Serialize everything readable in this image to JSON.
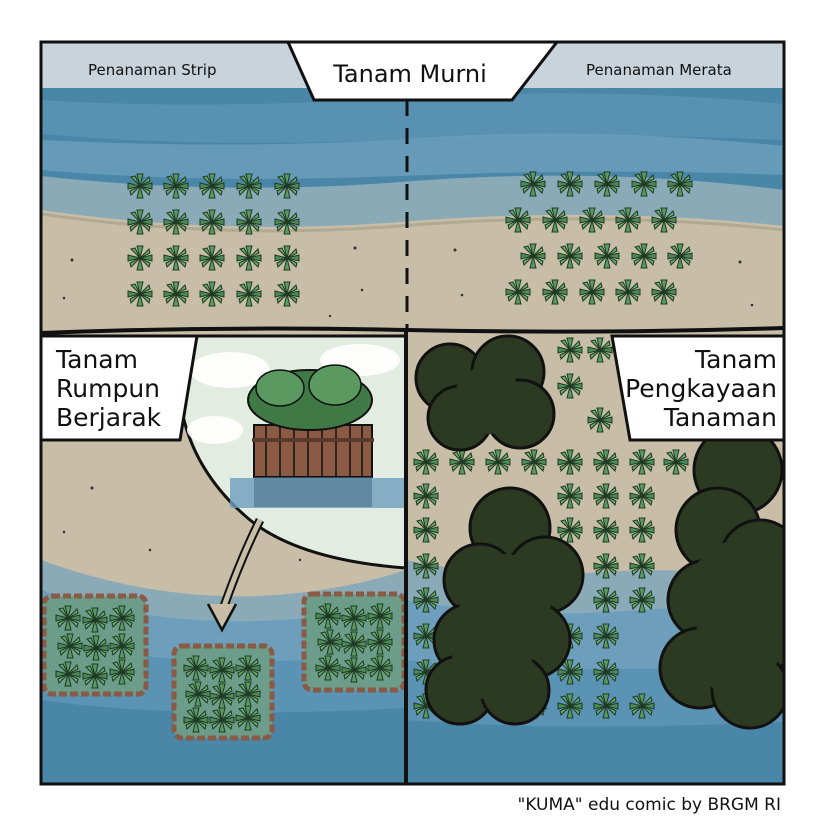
{
  "panels": {
    "top_left_label": "Penanaman Strip",
    "top_center_title": "Tanam Murni",
    "top_right_label": "Penanaman Merata",
    "bottom_left_title": [
      "Tanam",
      "Rumpun",
      "Berjarak"
    ],
    "bottom_right_title": [
      "Tanam",
      "Pengkayaan",
      "Tanaman"
    ]
  },
  "credit": "\"KUMA\" edu comic by BRGM RI",
  "colors": {
    "panel_border": "#111111",
    "sky": "#c9d3dc",
    "sea_deep": "#4a86a8",
    "sea_light": "#77a6c0",
    "sand": "#c8bea8",
    "seedling": "#4c8a56",
    "canopy": "#2c3a22",
    "bamboo_fence": "#8a5a44"
  },
  "icons": [
    "mangrove-seedling-icon",
    "tree-canopy-icon",
    "bamboo-enclosure-icon",
    "arrow-icon"
  ]
}
